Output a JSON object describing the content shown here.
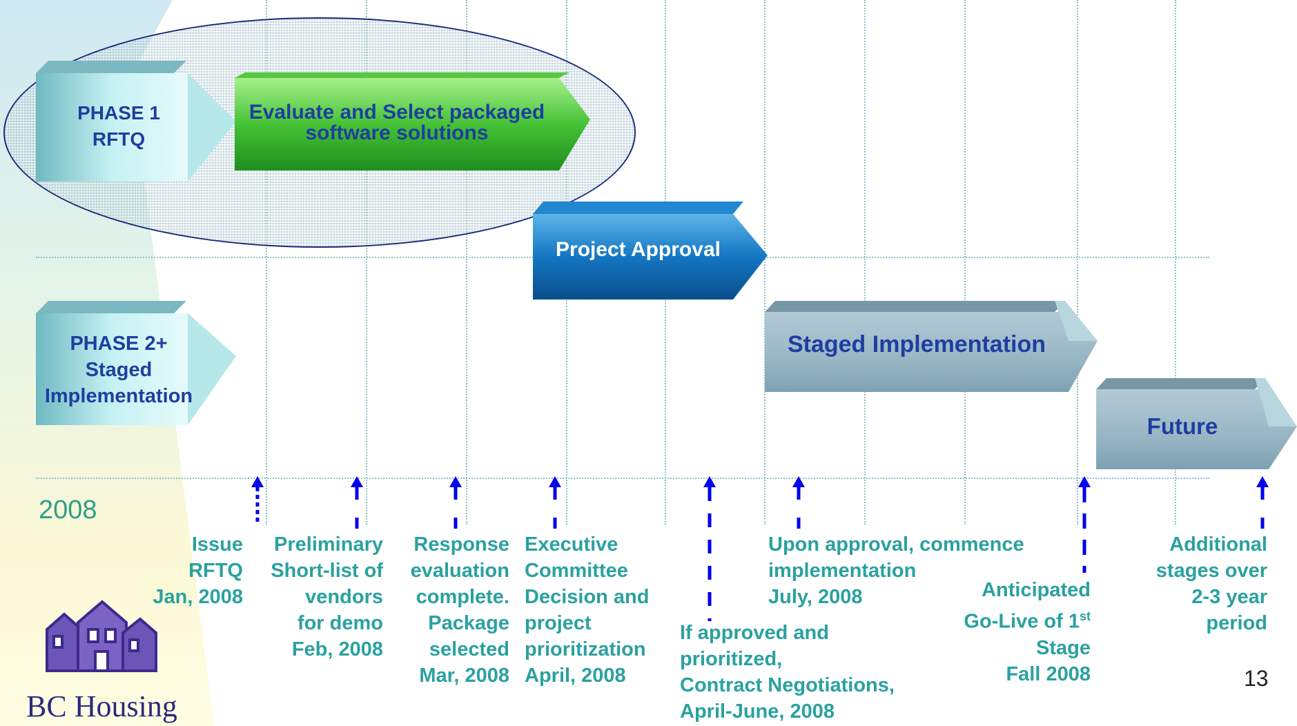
{
  "year": "2008",
  "page_number": "13",
  "logo_text": "BC Housing",
  "phases": {
    "phase1": [
      "PHASE 1",
      "RFTQ"
    ],
    "phase2": [
      "PHASE 2+",
      "Staged",
      "Implementation"
    ]
  },
  "bars": {
    "evaluate": [
      "Evaluate and Select packaged",
      "software solutions"
    ],
    "approval": "Project Approval",
    "staged": "Staged Implementation",
    "future": "Future"
  },
  "milestones": [
    [
      "Issue",
      "RFTQ",
      "Jan, 2008"
    ],
    [
      "Preliminary",
      "Short-list of",
      "vendors",
      "for demo",
      "Feb, 2008"
    ],
    [
      "Response",
      "evaluation",
      "complete.",
      "Package",
      "selected",
      "Mar, 2008"
    ],
    [
      "Executive",
      "Committee",
      "Decision and",
      "project",
      "prioritization",
      "April, 2008"
    ],
    [
      "If approved and",
      "prioritized,",
      "Contract Negotiations,",
      "April-June, 2008"
    ],
    [
      "Upon approval, commence",
      "implementation",
      "July, 2008"
    ],
    [
      "Anticipated",
      "Go-Live of 1",
      "st",
      "Stage",
      "Fall 2008"
    ],
    [
      "Additional",
      "stages over",
      "2-3 year",
      "period"
    ]
  ],
  "colors": {
    "phase_arrow": "#8fd3d9",
    "green_bar": "#3bbf3b",
    "blue_bar": "#1077c4",
    "gray_bar": "#98b8c8",
    "text_teal": "#2aa1a0",
    "marker_blue": "#0000ee"
  }
}
